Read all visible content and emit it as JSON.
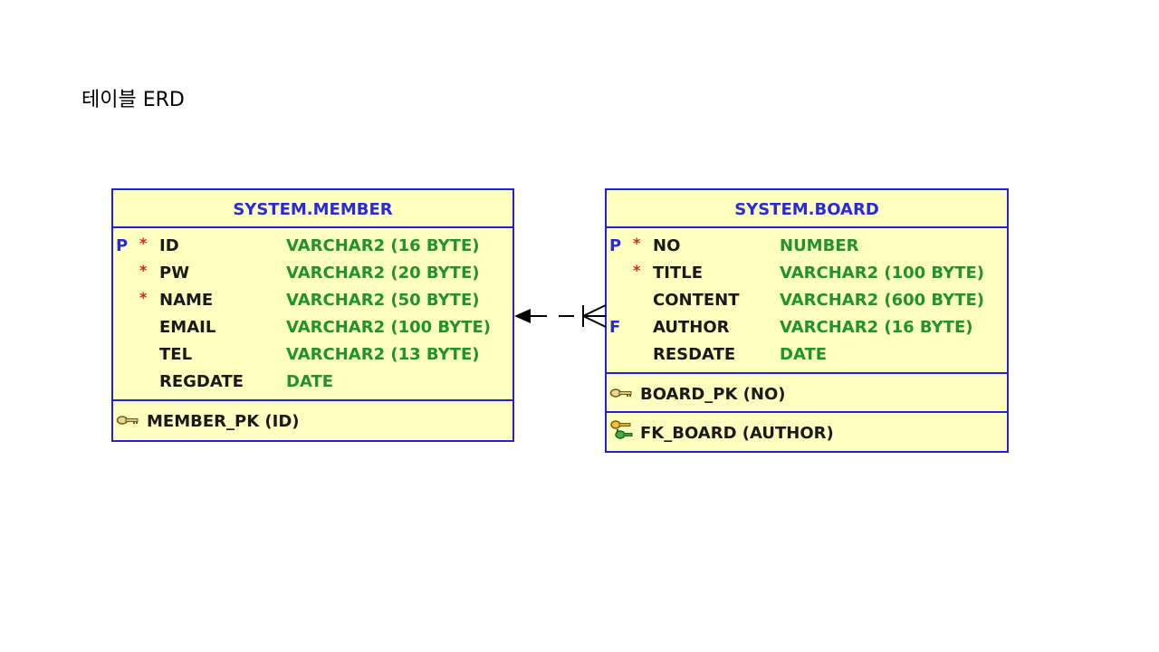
{
  "slide": {
    "title": "테이블 ERD"
  },
  "colors": {
    "border": "#2020e0",
    "table_fill": "#ffffc0",
    "table_name": "#2a2ad8",
    "type_text": "#22922a",
    "required_star": "#e02020"
  },
  "tables": {
    "member": {
      "name": "SYSTEM.MEMBER",
      "columns": [
        {
          "key": "P",
          "required": "*",
          "name": "ID",
          "type": "VARCHAR2 (16 BYTE)"
        },
        {
          "key": "",
          "required": "*",
          "name": "PW",
          "type": "VARCHAR2 (20 BYTE)"
        },
        {
          "key": "",
          "required": "*",
          "name": "NAME",
          "type": "VARCHAR2 (50 BYTE)"
        },
        {
          "key": "",
          "required": "",
          "name": "EMAIL",
          "type": "VARCHAR2 (100 BYTE)"
        },
        {
          "key": "",
          "required": "",
          "name": "TEL",
          "type": "VARCHAR2 (13 BYTE)"
        },
        {
          "key": "",
          "required": "",
          "name": "REGDATE",
          "type": "DATE"
        }
      ],
      "indexes": [
        {
          "icon": "primary-key-icon",
          "label": "MEMBER_PK (ID)"
        }
      ]
    },
    "board": {
      "name": "SYSTEM.BOARD",
      "columns": [
        {
          "key": "P",
          "required": "*",
          "name": "NO",
          "type": "NUMBER"
        },
        {
          "key": "",
          "required": "*",
          "name": "TITLE",
          "type": "VARCHAR2 (100 BYTE)"
        },
        {
          "key": "",
          "required": "",
          "name": "CONTENT",
          "type": "VARCHAR2 (600 BYTE)"
        },
        {
          "key": "F",
          "required": "",
          "name": "AUTHOR",
          "type": "VARCHAR2 (16 BYTE)"
        },
        {
          "key": "",
          "required": "",
          "name": "RESDATE",
          "type": "DATE"
        }
      ],
      "indexes": [
        {
          "icon": "primary-key-icon",
          "label": "BOARD_PK (NO)"
        },
        {
          "icon": "foreign-key-icon",
          "label": "FK_BOARD (AUTHOR)"
        }
      ]
    }
  },
  "relationship": {
    "from": "SYSTEM.BOARD",
    "to": "SYSTEM.MEMBER",
    "style": "dashed",
    "cardinality": "many-to-one"
  }
}
